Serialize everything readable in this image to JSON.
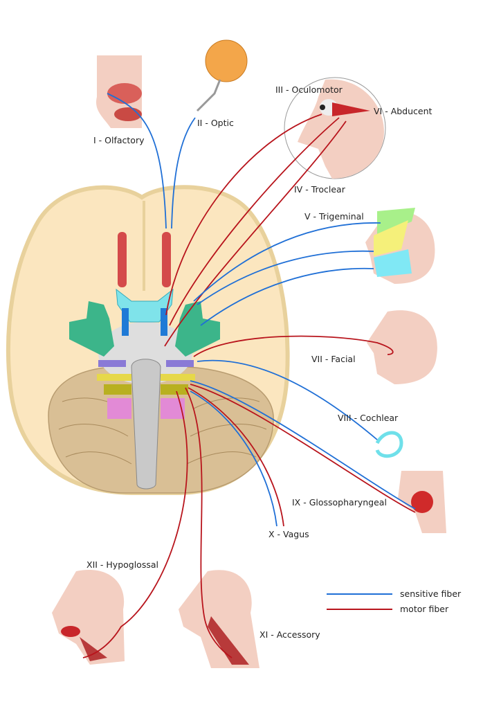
{
  "nerves": {
    "olfactory": "I - Olfactory",
    "optic": "II - Optic",
    "oculomotor": "III - Oculomotor",
    "abducent": "VI - Abducent",
    "troclear": "IV - Troclear",
    "trigeminal": "V - Trigeminal",
    "facial": "VII - Facial",
    "cochlear": "VIII - Cochlear",
    "glossopharyngeal": "IX - Glossopharyngeal",
    "vagus": "X - Vagus",
    "hypoglossal": "XII - Hypoglossal",
    "accessory": "XI - Accessory"
  },
  "legend": {
    "sensitive": {
      "label": "sensitive fiber",
      "color": "#1f6fd6"
    },
    "motor": {
      "label": "motor fiber",
      "color": "#b8141c"
    }
  },
  "colors": {
    "brain": "#fbe6bf",
    "brain_outline": "#e8d19c",
    "cerebellum": "#d9bf95",
    "brainstem": "#c9c9c9",
    "skin": "#f3cfc2"
  }
}
